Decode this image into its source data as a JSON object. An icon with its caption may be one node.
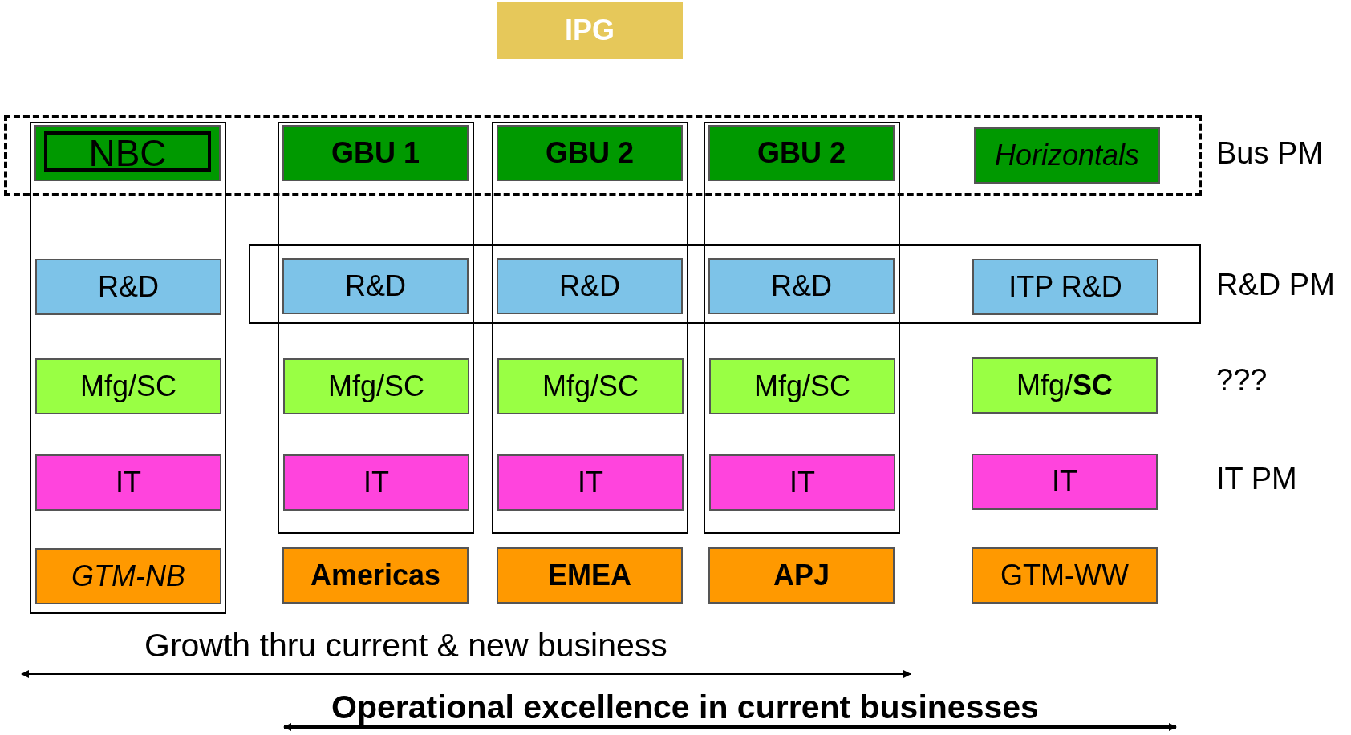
{
  "diagram": {
    "nodes": [
      {
        "text": [
          "IPG"
        ]
      },
      {
        "text": [],
        "shape": "box"
      },
      {
        "text": [],
        "shape": "box"
      },
      {
        "text": [],
        "shape": "box"
      },
      {
        "text": [
          "NBC"
        ]
      },
      {
        "text": [
          "R&D"
        ],
        "in": 3
      },
      {
        "text": [
          "Mfg/SC"
        ],
        "in": 3
      },
      {
        "text": [
          "IT"
        ],
        "in": 3
      },
      {
        "text": [
          "GTM-NB"
        ],
        "in": 3
      },
      {
        "text": [],
        "shape": "box"
      },
      {
        "text": [
          "GBU 1"
        ]
      },
      {
        "text": [
          "R&D"
        ]
      },
      {
        "text": [
          "Mfg/SC"
        ],
        "in": 9
      },
      {
        "text": [
          "IT"
        ],
        "in": 9
      },
      {
        "text": [],
        "shape": "box"
      },
      {
        "text": [
          "GBU 2"
        ]
      },
      {
        "text": [
          "R&D"
        ]
      },
      {
        "text": [
          "Mfg/SC"
        ],
        "in": 14
      },
      {
        "text": [
          "IT"
        ],
        "in": 14
      },
      {
        "text": [],
        "shape": "box"
      },
      {
        "text": [
          "GBU 2"
        ]
      },
      {
        "text": [
          "R&D"
        ]
      },
      {
        "text": [
          "Mfg/SC"
        ],
        "in": 19
      },
      {
        "text": [
          "IT"
        ],
        "in": 19
      },
      {
        "text": [
          "Americas"
        ]
      },
      {
        "text": [
          "EMEA"
        ]
      },
      {
        "text": [
          "APJ"
        ]
      },
      {
        "text": [
          "Horizontals"
        ],
        "in": 1
      },
      {
        "text": [
          "ITP R&D"
        ],
        "in": 2
      },
      {
        "text": [
          "Mfg/**SC**"
        ]
      },
      {
        "text": [
          "IT"
        ]
      },
      {
        "text": [
          "GTM-WW"
        ]
      }
    ],
    "labels": [
      "Bus PM",
      "R&D PM",
      "???",
      "IT PM",
      "Growth thru current & new business",
      "Operational excellence in current businesses"
    ]
  }
}
